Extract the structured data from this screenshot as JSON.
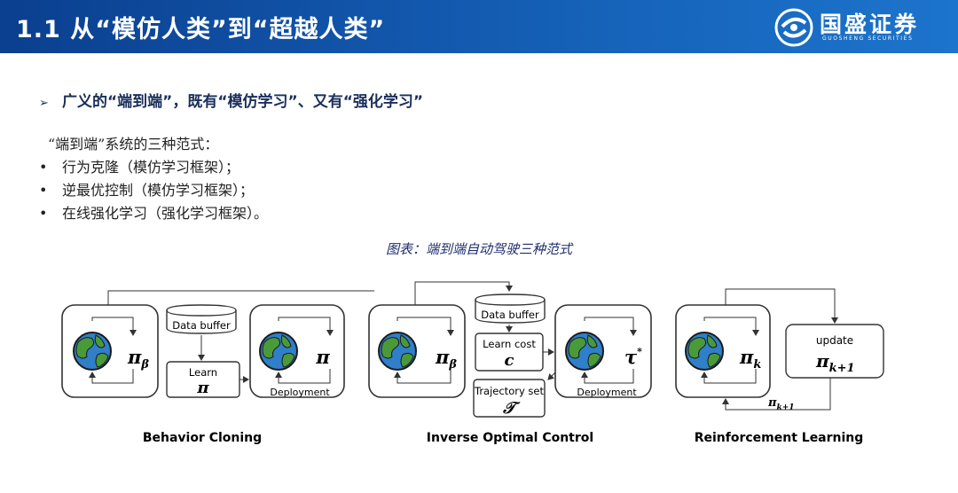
{
  "header": {
    "title": "1.1 从“模仿人类”到“超越人类”"
  },
  "logo": {
    "brand": "国盛证券",
    "brand_en": "GUOSHENG SECURITIES"
  },
  "section": {
    "heading": "广义的“端到端”，既有“模仿学习”、又有“强化学习”"
  },
  "body": {
    "intro": "“端到端”系统的三种范式：",
    "items": [
      "行为克隆（模仿学习框架）；",
      "逆最优控制（模仿学习框架）；",
      "在线强化学习（强化学习框架）。"
    ]
  },
  "figure": {
    "caption": "图表：端到端自动驾驶三种范式",
    "panels": [
      {
        "name": "Behavior Cloning",
        "policy": "π",
        "policy_sub": "β",
        "data_buffer": "Data buffer",
        "learn": "Learn",
        "learn_symbol": "π",
        "target": "π",
        "deployment": "Deployment"
      },
      {
        "name": "Inverse Optimal Control",
        "policy": "π",
        "policy_sub": "β",
        "data_buffer": "Data buffer",
        "learn_cost": "Learn cost",
        "cost_symbol": "c",
        "trajectory_set": "Trajectory set",
        "traj_symbol": "𝒯",
        "target": "τ",
        "target_sup": "*",
        "deployment": "Deployment"
      },
      {
        "name": "Reinforcement Learning",
        "policy": "π",
        "policy_sub": "k",
        "update": "update",
        "update_symbol": "π",
        "update_sub": "k+1",
        "feedback": "π",
        "feedback_sub": "k+1"
      }
    ]
  },
  "colors": {
    "header_bg": "#1561b8",
    "box_stroke": "#333333",
    "earth_ocean": "#2f7fc9",
    "earth_land": "#4a9a3a"
  }
}
